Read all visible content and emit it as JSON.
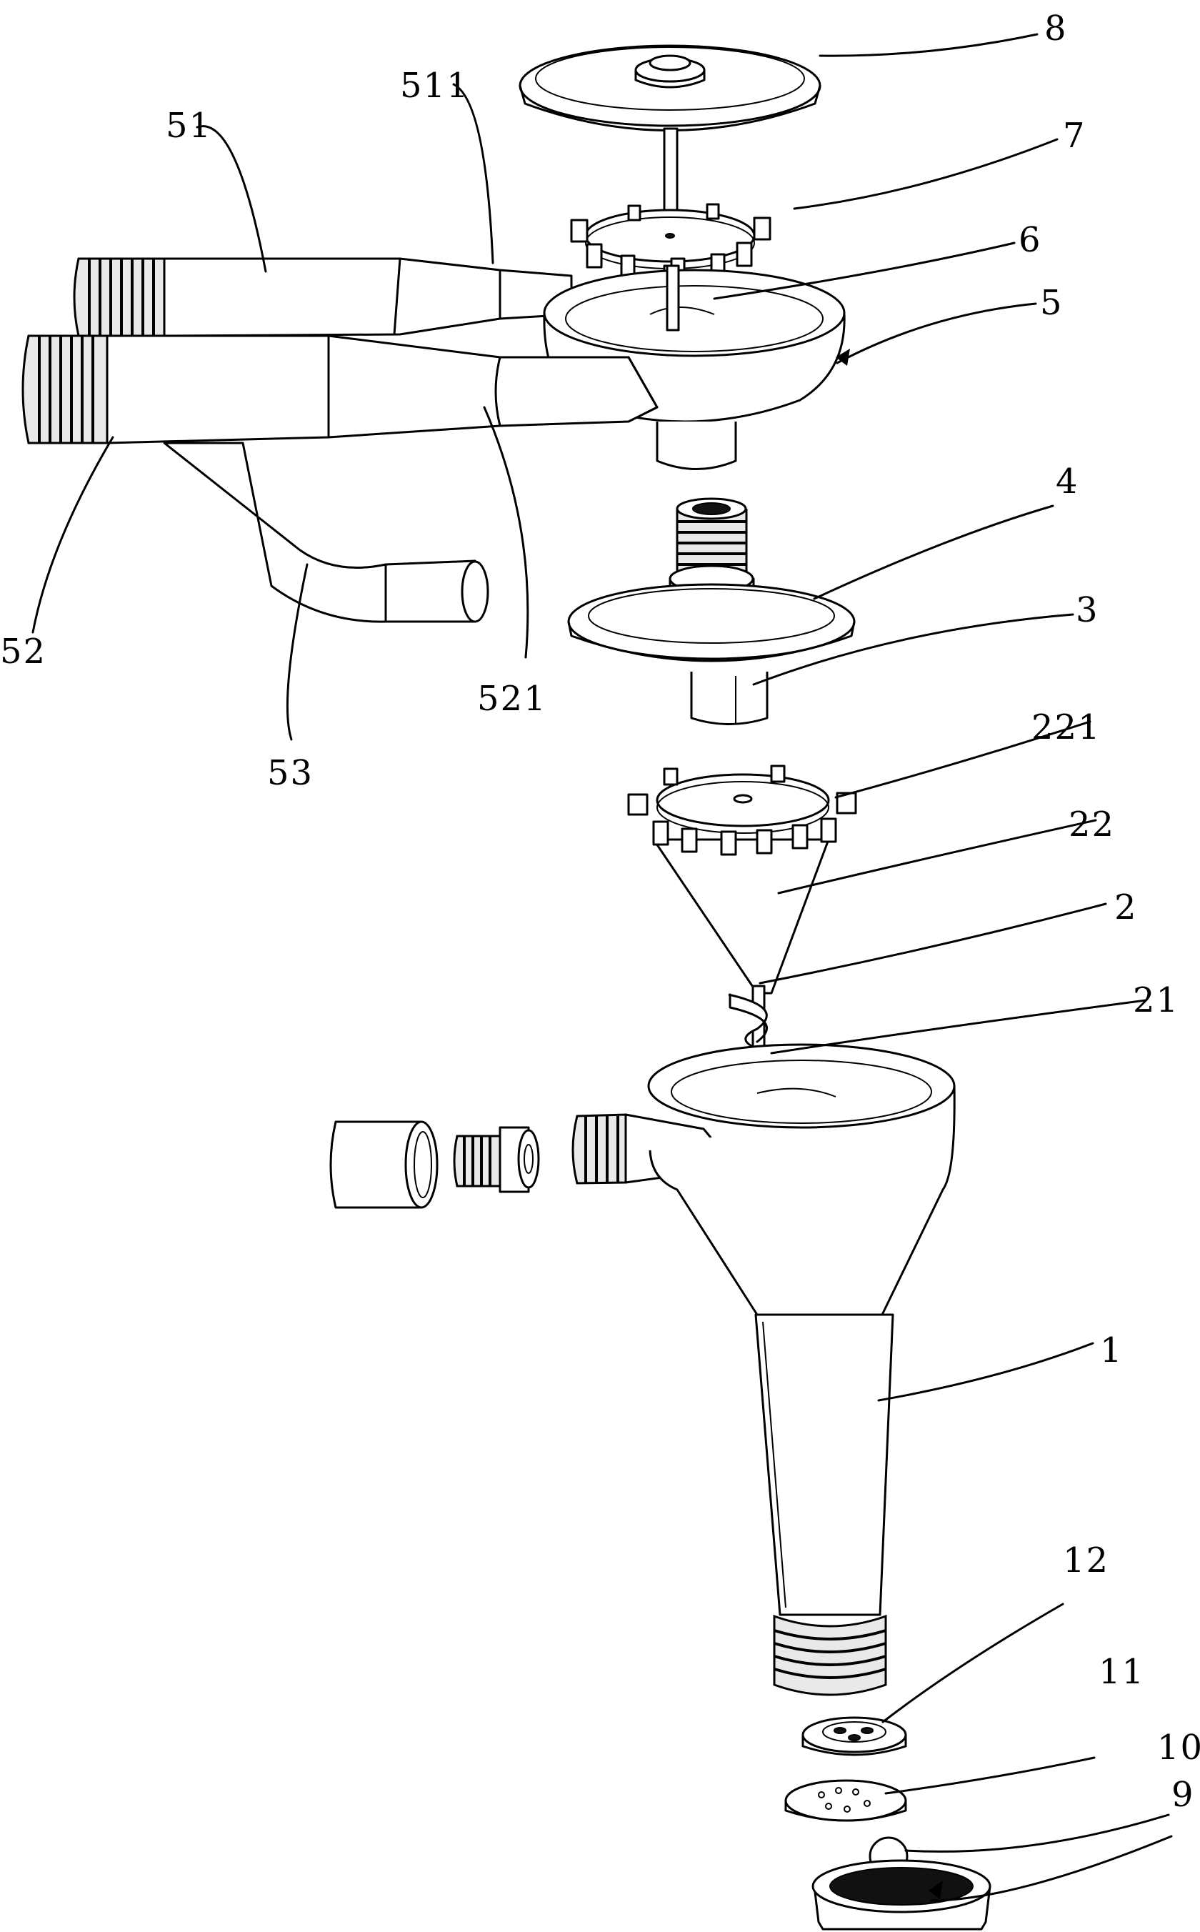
{
  "labels": {
    "l8": "8",
    "l7": "7",
    "l511": "511",
    "l51": "51",
    "l6": "6",
    "l5": "5",
    "l4": "4",
    "l3": "3",
    "l52": "52",
    "l521": "521",
    "l53": "53",
    "l221": "221",
    "l22": "22",
    "l2": "2",
    "l21": "21",
    "l1": "1",
    "l12": "12",
    "l11": "11",
    "l10": "10",
    "l9": "9"
  },
  "colors": {
    "ink": "#000000",
    "paper": "#ffffff"
  }
}
